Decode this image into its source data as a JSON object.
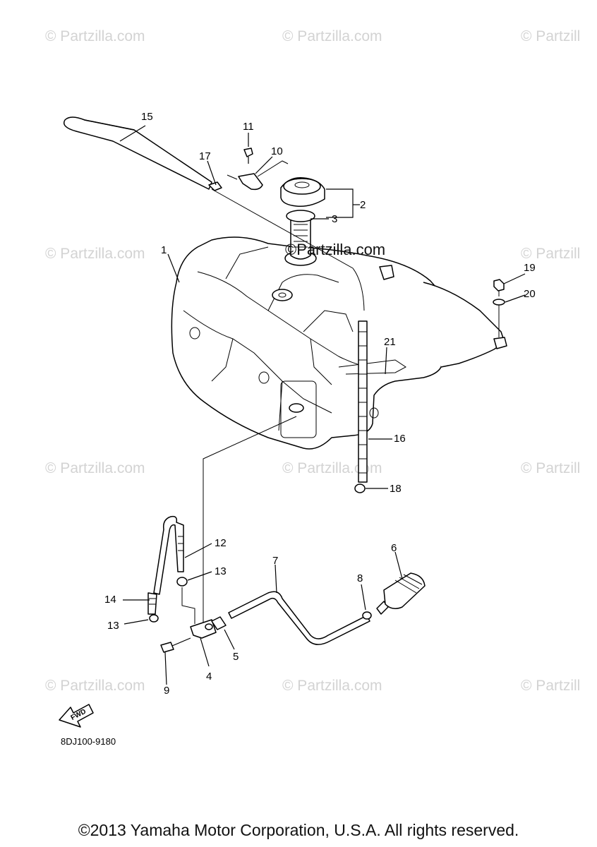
{
  "watermark": "© Partzilla.com",
  "watermark_clipped": "© Partzill",
  "watermark_center": "©Partzilla.com",
  "labels": {
    "p1": "1",
    "p2": "2",
    "p3": "3",
    "p4": "4",
    "p5": "5",
    "p6": "6",
    "p7": "7",
    "p8": "8",
    "p9": "9",
    "p10": "10",
    "p11": "11",
    "p12": "12",
    "p13a": "13",
    "p13b": "13",
    "p14": "14",
    "p15": "15",
    "p16": "16",
    "p17": "17",
    "p18": "18",
    "p19": "19",
    "p20": "20",
    "p21": "21"
  },
  "fwd_label": "FWD",
  "diagram_code": "8DJ100-9180",
  "copyright": "©2013 Yamaha Motor Corporation, U.S.A. All rights reserved."
}
